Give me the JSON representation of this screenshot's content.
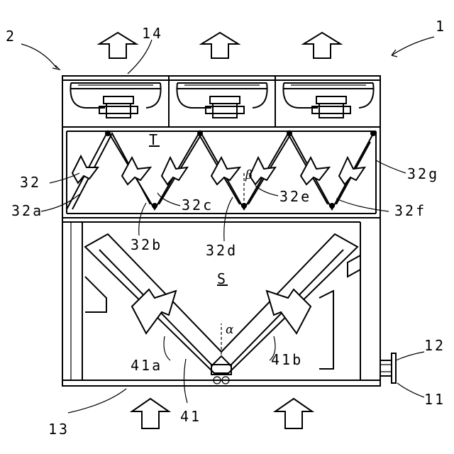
{
  "diagram": {
    "labels": {
      "l1": "1",
      "l2": "2",
      "l14": "14",
      "l12": "12",
      "l11": "11",
      "l13": "13",
      "l41": "41",
      "l41a": "41a",
      "l41b": "41b",
      "l32": "32",
      "l32a": "32a",
      "l32b": "32b",
      "l32c": "32c",
      "l32d": "32d",
      "l32e": "32e",
      "l32f": "32f",
      "l32g": "32g",
      "T": "T",
      "S": "S",
      "alpha": "α",
      "beta": "β"
    },
    "colors": {
      "line": "#000000",
      "background": "#ffffff"
    }
  }
}
